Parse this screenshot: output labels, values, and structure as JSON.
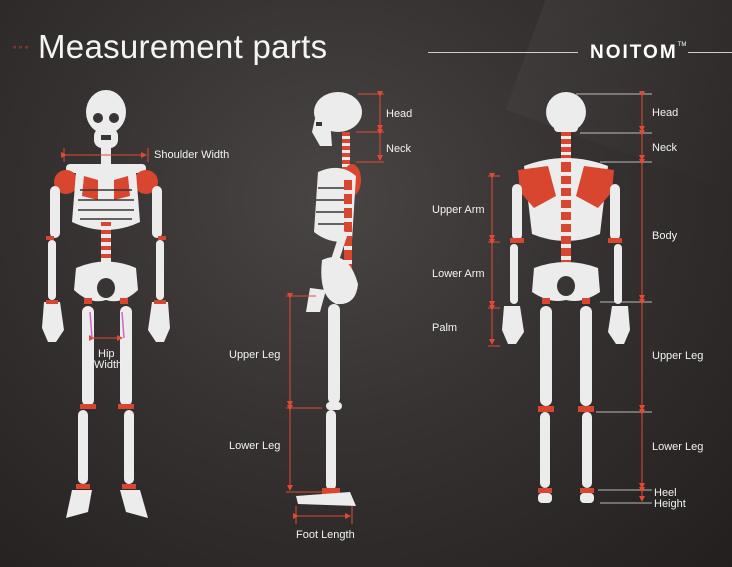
{
  "title": "Measurement parts",
  "brand": "NOITOM",
  "brand_mark": "TM",
  "decor_dots": "∘∘∘",
  "colors": {
    "bone": "#ececec",
    "accent": "#d8462f",
    "line": "#e04a33",
    "text": "#f2f2f2"
  },
  "front_view": {
    "shoulder_width": "Shoulder Width",
    "hip_width_line1": "Hip",
    "hip_width_line2": "Width"
  },
  "side_view": {
    "head": "Head",
    "neck": "Neck",
    "upper_leg": "Upper Leg",
    "lower_leg": "Lower Leg",
    "foot_length": "Foot Length"
  },
  "back_view": {
    "head": "Head",
    "neck": "Neck",
    "upper_arm": "Upper Arm",
    "lower_arm": "Lower Arm",
    "palm": "Palm",
    "body": "Body",
    "upper_leg": "Upper Leg",
    "lower_leg": "Lower Leg",
    "heel": "Heel",
    "height": "Height"
  }
}
